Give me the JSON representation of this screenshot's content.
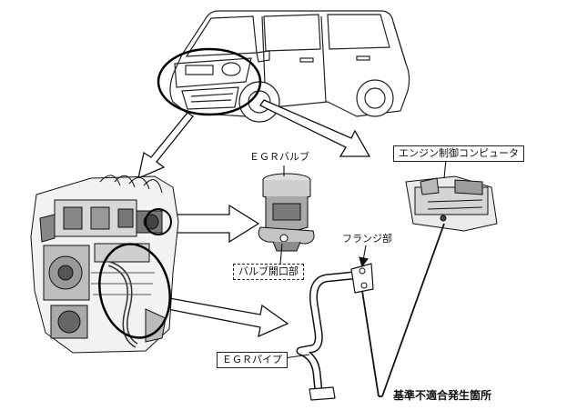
{
  "labels": {
    "egr_valve": "ＥＧＲバルブ",
    "engine_computer": "エンジン制御コンピュータ",
    "flange": "フランジ部",
    "valve_opening": "バルブ開口部",
    "egr_pipe": "ＥＧＲパイプ",
    "nonconformity_location": "基準不適合発生箇所"
  }
}
